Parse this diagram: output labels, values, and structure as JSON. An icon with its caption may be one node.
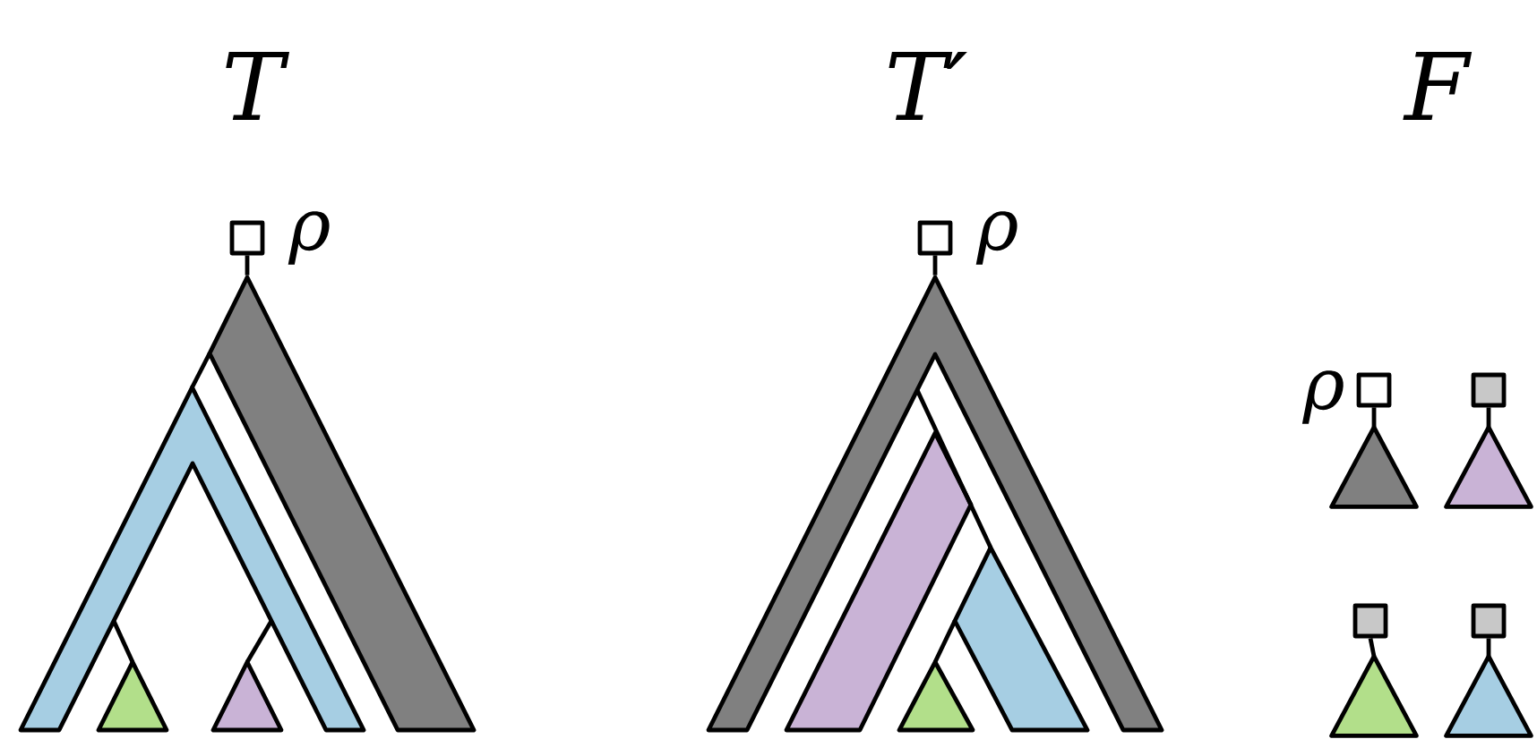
{
  "diagram": {
    "labels": [
      "T",
      "T′",
      "F"
    ],
    "nodes": [
      {
        "text": [],
        "shape": "box",
        "beside": [
          "ρ"
        ]
      },
      {
        "text": [],
        "shape": "picture"
      },
      {
        "text": [],
        "shape": "box",
        "beside": [
          "ρ"
        ]
      },
      {
        "text": [],
        "shape": "picture"
      },
      {
        "text": [],
        "shape": "box",
        "beside": [
          "ρ"
        ]
      },
      {
        "text": [],
        "shape": "triangle"
      },
      {
        "text": [],
        "shape": "box"
      },
      {
        "text": [],
        "shape": "triangle"
      },
      {
        "text": [],
        "shape": "box"
      },
      {
        "text": [],
        "shape": "triangle"
      },
      {
        "text": [],
        "shape": "box"
      },
      {
        "text": [],
        "shape": "triangle"
      }
    ],
    "edges": [
      {
        "from": 0,
        "to": 1,
        "arrow": "none"
      },
      {
        "from": 2,
        "to": 3,
        "arrow": "none"
      },
      {
        "from": 4,
        "to": 5,
        "arrow": "none"
      },
      {
        "from": 6,
        "to": 7,
        "arrow": "none"
      },
      {
        "from": 8,
        "to": 9,
        "arrow": "none"
      },
      {
        "from": 10,
        "to": 11,
        "arrow": "none"
      }
    ]
  }
}
